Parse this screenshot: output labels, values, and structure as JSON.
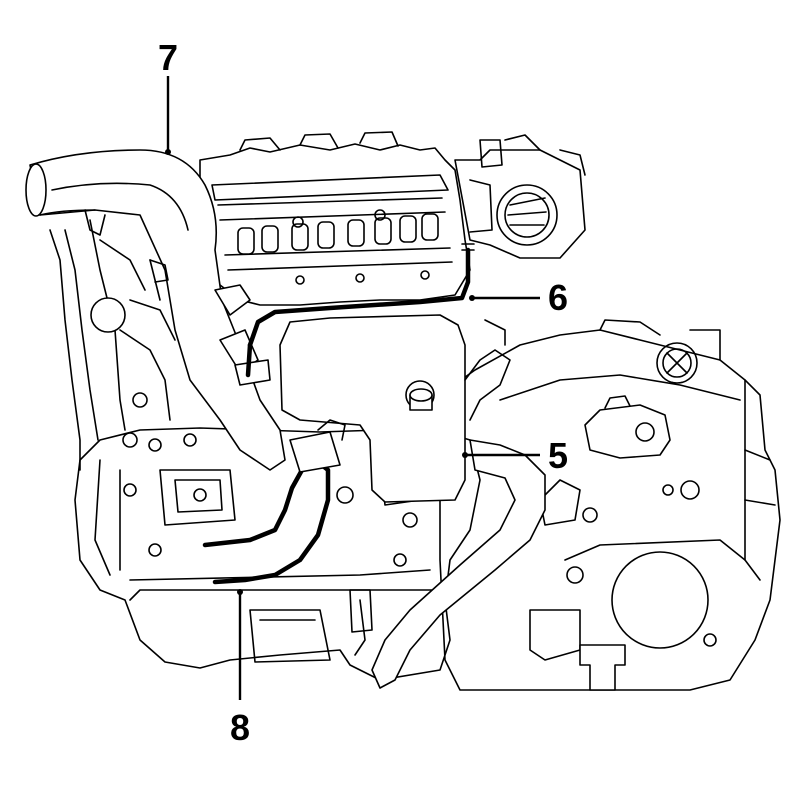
{
  "callouts": [
    {
      "id": "7",
      "label": "7"
    },
    {
      "id": "6",
      "label": "6"
    },
    {
      "id": "5",
      "label": "5"
    },
    {
      "id": "8",
      "label": "8"
    }
  ],
  "components": {
    "engine": "engine-block",
    "transmission": "transmission-housing",
    "intake_pipe": "air-intake-duct",
    "reservoir": "coolant-expansion-tank",
    "vent_hose": "reservoir-vent-hose",
    "outlet_hose": "reservoir-outlet-hose"
  }
}
